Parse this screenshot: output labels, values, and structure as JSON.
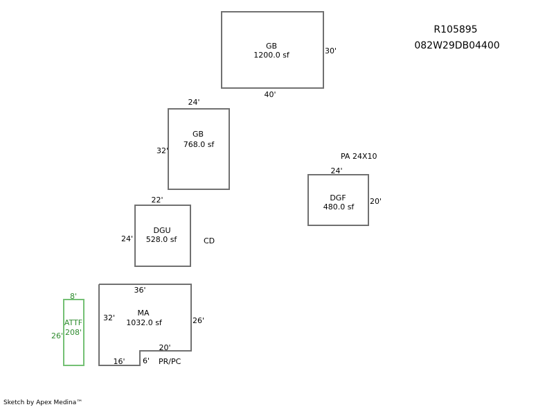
{
  "header": {
    "parcel_id": "R105895",
    "map_number": "082W29DB04400"
  },
  "footer": {
    "credit": "Sketch by Apex Medina™"
  },
  "areas": [
    {
      "code": "GB",
      "area": "1200.0 sf",
      "dimensions": {
        "right": "30'",
        "bottom": "40'"
      }
    },
    {
      "code": "GB",
      "area": "768.0 sf",
      "dimensions": {
        "top": "24'",
        "left": "32'"
      }
    },
    {
      "code": "DGF",
      "area": "480.0 sf",
      "dimensions": {
        "top": "24'",
        "right": "20'"
      }
    },
    {
      "code": "DGU",
      "area": "528.0 sf",
      "dimensions": {
        "top": "22'",
        "left": "24'"
      }
    },
    {
      "code": "MA",
      "area": "1032.0 sf",
      "dimensions": {
        "top": "36'",
        "left": "32'",
        "right": "26'",
        "notch_top": "20'",
        "notch_side": "6'",
        "bottom": "16'"
      }
    },
    {
      "code": "ATTF",
      "area": "208'",
      "color": "#2e8b2e",
      "dimensions": {
        "top": "8'",
        "left": "26'"
      }
    }
  ],
  "labels": {
    "patio": "PA 24X10",
    "deck": "CD",
    "porch": "PR/PC"
  }
}
